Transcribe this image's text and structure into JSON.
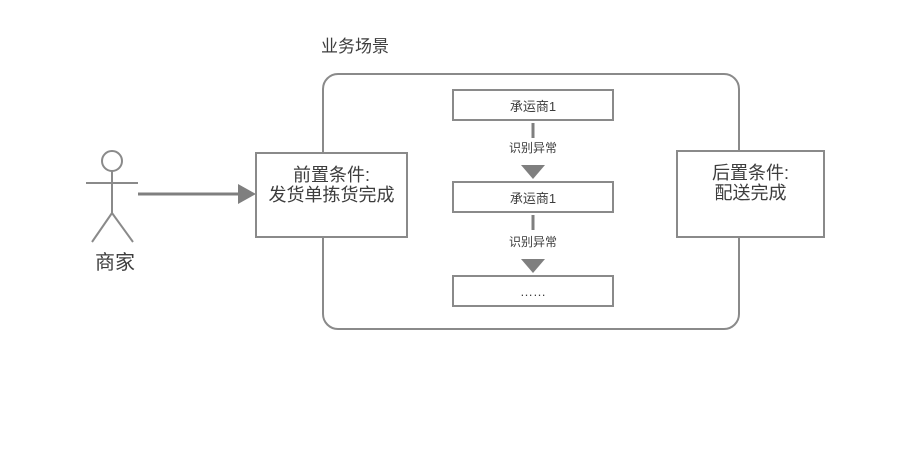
{
  "palette": {
    "line_color": "#8a8a8a",
    "arrow_fill": "#7f7f7f",
    "text_color": "#3d3d3d",
    "background": "#ffffff"
  },
  "actor": {
    "label": "商家"
  },
  "precondition": {
    "line1": "前置条件:",
    "line2": "发货单拣货完成"
  },
  "postcondition": {
    "line1": "后置条件:",
    "line2": "配送完成"
  },
  "scenario": {
    "title": "业务场景",
    "steps": [
      {
        "label": "承运商1"
      },
      {
        "label": "承运商1"
      },
      {
        "label": "……"
      }
    ],
    "edges": [
      {
        "label": "识别异常"
      },
      {
        "label": "识别异常"
      }
    ]
  }
}
